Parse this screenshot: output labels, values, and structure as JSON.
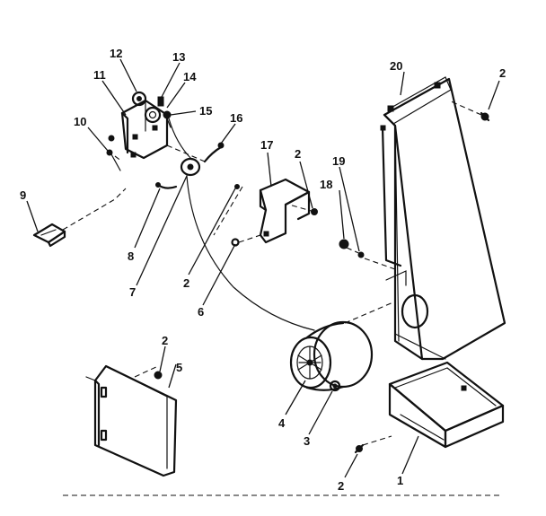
{
  "callouts": {
    "p1": "1",
    "p2a": "2",
    "p2b": "2",
    "p2c": "2",
    "p2d": "2",
    "p2e": "2",
    "p3": "3",
    "p4": "4",
    "p5": "5",
    "p6": "6",
    "p7": "7",
    "p8": "8",
    "p9": "9",
    "p10": "10",
    "p11": "11",
    "p12": "12",
    "p13": "13",
    "p14": "14",
    "p15": "15",
    "p16": "16",
    "p17": "17",
    "p18": "18",
    "p19": "19",
    "p20": "20"
  }
}
